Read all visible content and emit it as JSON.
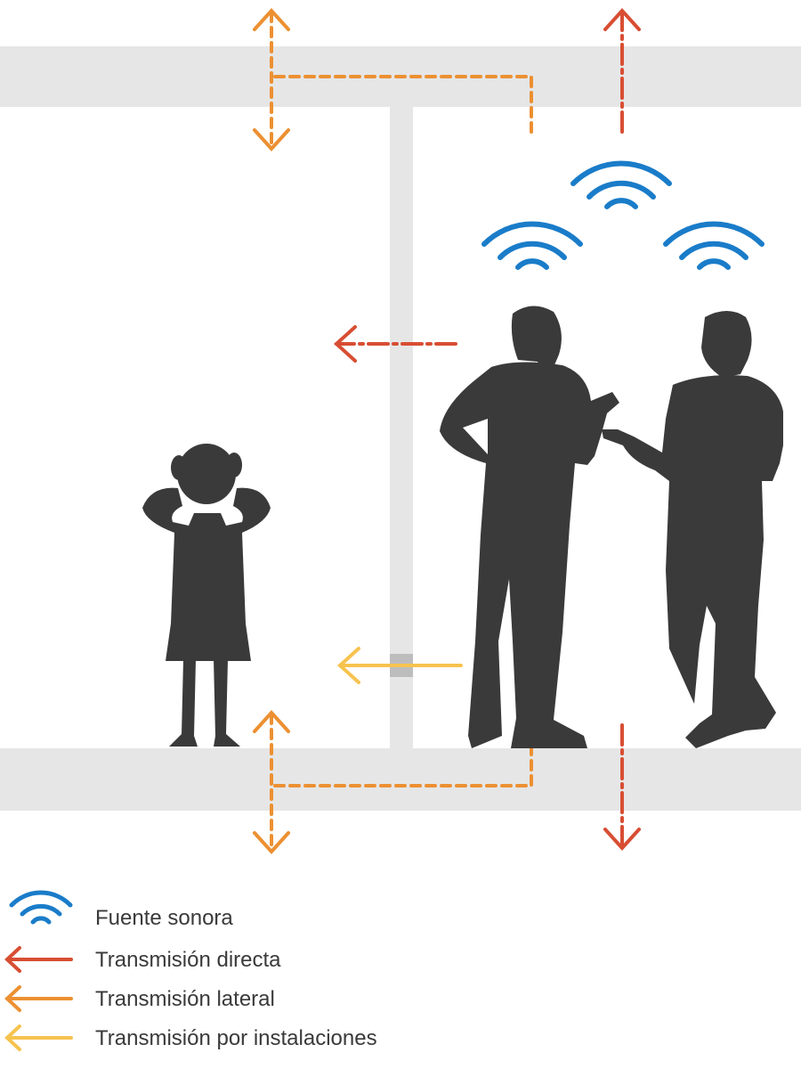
{
  "legend": [
    {
      "key": "source",
      "label": "Fuente sonora",
      "color": "#1a7cc9",
      "icon": "sound-waves-icon"
    },
    {
      "key": "direct",
      "label": "Transmisión directa",
      "color": "#d84e33",
      "icon": "arrow-left-icon"
    },
    {
      "key": "lateral",
      "label": "Transmisión lateral",
      "color": "#ec9032",
      "icon": "arrow-left-icon"
    },
    {
      "key": "installations",
      "label": "Transmisión por instalaciones",
      "color": "#f7c34f",
      "icon": "arrow-left-icon"
    }
  ],
  "colors": {
    "slab": "#e6e6e6",
    "silhouette": "#3a3a3a",
    "duct_box": "#bdbdbd"
  }
}
